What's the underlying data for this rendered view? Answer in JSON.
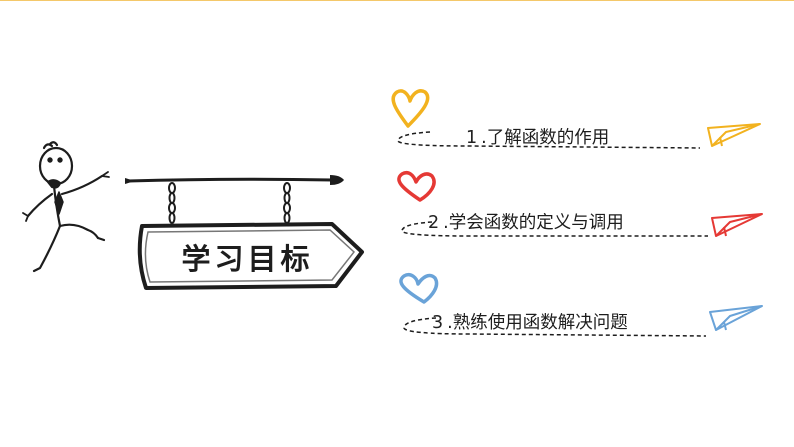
{
  "sign": {
    "title": "学习目标"
  },
  "objectives": [
    {
      "number": "1",
      "text": ".了解函数的作用",
      "heart_color": "#f2b21f",
      "plane_color": "#f2b21f"
    },
    {
      "number": "2",
      "text": ".学会函数的定义与调用",
      "heart_color": "#e53935",
      "plane_color": "#e53935"
    },
    {
      "number": "3",
      "text": ".熟练使用函数解决问题",
      "heart_color": "#6aa3d8",
      "plane_color": "#6aa3d8"
    }
  ],
  "icons": {
    "heart": "heart-icon",
    "plane": "paper-plane-icon",
    "figure": "stick-figure",
    "sign": "hanging-sign"
  }
}
